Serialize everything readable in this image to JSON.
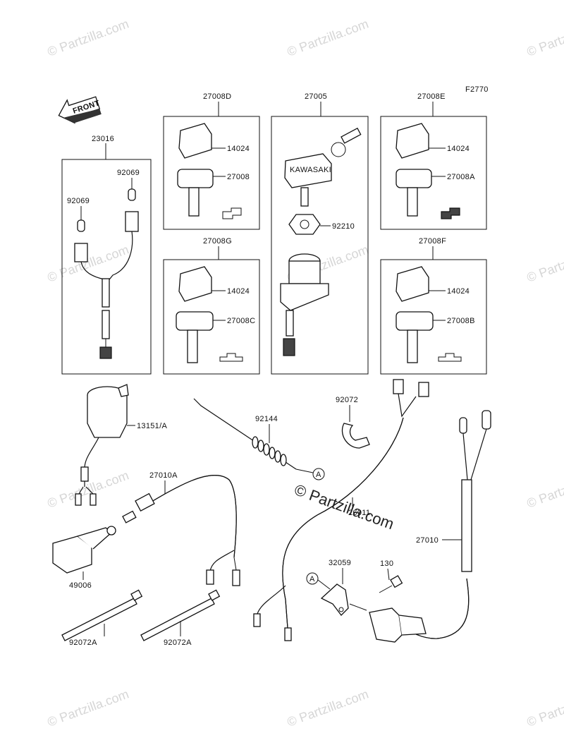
{
  "diagram_code": "F2770",
  "front_arrow_text": "FRONT",
  "watermark_small": "© Partzilla.com",
  "watermark_large": "© Partzilla.com",
  "key_logo_text": "KAWASAKI",
  "callout_letter": "A",
  "labels": {
    "box_23016": "23016",
    "p92069_top": "92069",
    "p92069_left": "92069",
    "box_27008D": "27008D",
    "p14024_a": "14024",
    "p27008": "27008",
    "box_27005": "27005",
    "p92210": "92210",
    "box_27008E": "27008E",
    "p14024_b": "14024",
    "p27008A": "27008A",
    "box_27008G": "27008G",
    "p14024_c": "14024",
    "p27008C": "27008C",
    "box_27008F": "27008F",
    "p14024_d": "14024",
    "p27008B": "27008B",
    "p13151A": "13151/A",
    "p92144": "92144",
    "p92072": "92072",
    "p27010A": "27010A",
    "p26011": "26011",
    "p27010": "27010",
    "p49006": "49006",
    "p32059": "32059",
    "p130": "130",
    "p92072A_left": "92072A",
    "p92072A_right": "92072A"
  }
}
